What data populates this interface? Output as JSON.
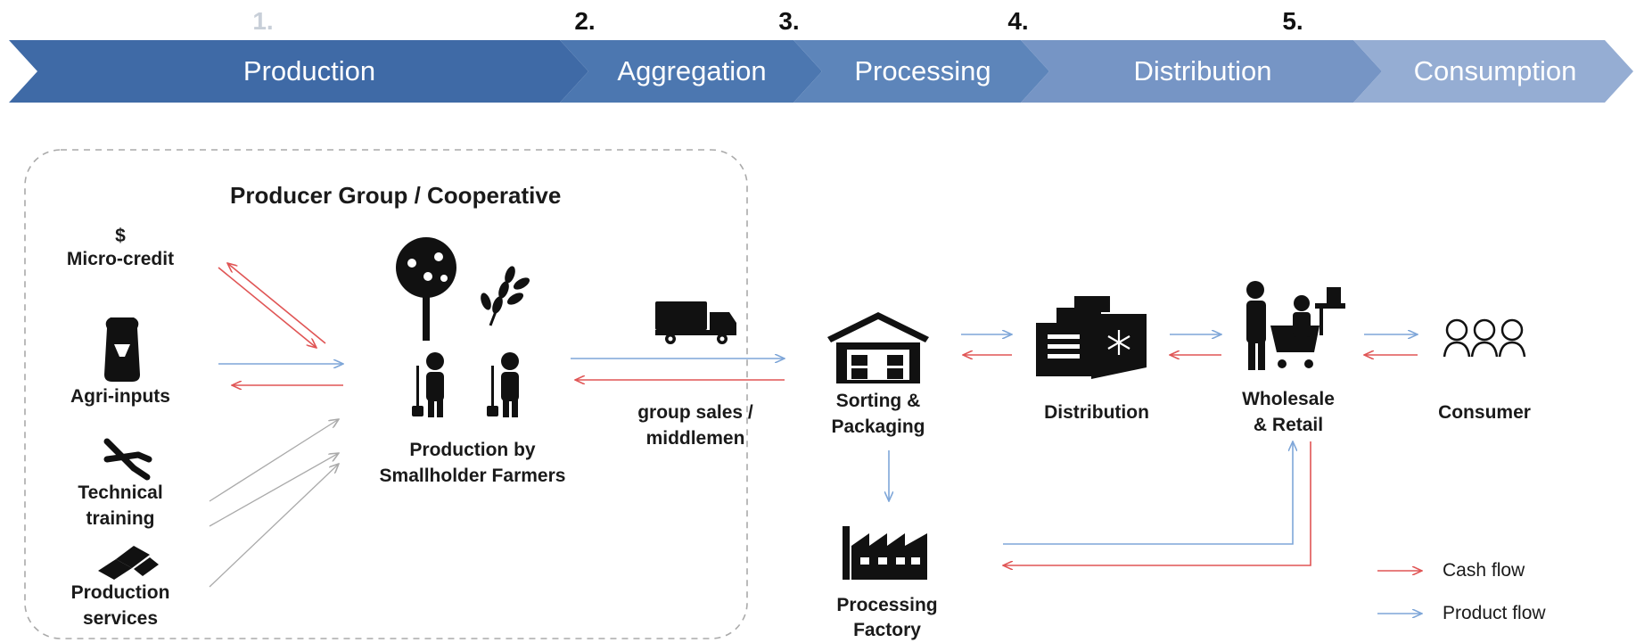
{
  "stages": [
    {
      "number": "1.",
      "label": "Production"
    },
    {
      "number": "2.",
      "label": "Aggregation"
    },
    {
      "number": "3.",
      "label": "Processing"
    },
    {
      "number": "4.",
      "label": "Distribution"
    },
    {
      "number": "5.",
      "label": "Consumption"
    }
  ],
  "cooperative": {
    "title": "Producer Group / Cooperative",
    "currency_symbol": "$",
    "inputs": [
      "Micro-credit",
      "Agri-inputs",
      "Technical training",
      "Production services"
    ],
    "technical_line1": "Technical",
    "technical_line2": "training",
    "services_line1": "Production",
    "services_line2": "services",
    "production_line1": "Production by",
    "production_line2": "Smallholder Farmers"
  },
  "aggregation": {
    "line1": "group sales /",
    "line2": "middlemen"
  },
  "nodes": {
    "sorting_line1": "Sorting &",
    "sorting_line2": "Packaging",
    "distribution": "Distribution",
    "wholesale_line1": "Wholesale",
    "wholesale_line2": "& Retail",
    "consumer": "Consumer",
    "factory_line1": "Processing",
    "factory_line2": "Factory"
  },
  "legend": {
    "cash": "Cash flow",
    "product": "Product flow"
  },
  "colors": {
    "chevron_1": "#3f6aa6",
    "chevron_2": "#4c77b0",
    "chevron_3": "#5d85ba",
    "chevron_4": "#7695c5",
    "chevron_5": "#95add3",
    "cash_flow": "#e05555",
    "product_flow": "#7ea6d8",
    "support_arrow": "#aaaaaa"
  }
}
